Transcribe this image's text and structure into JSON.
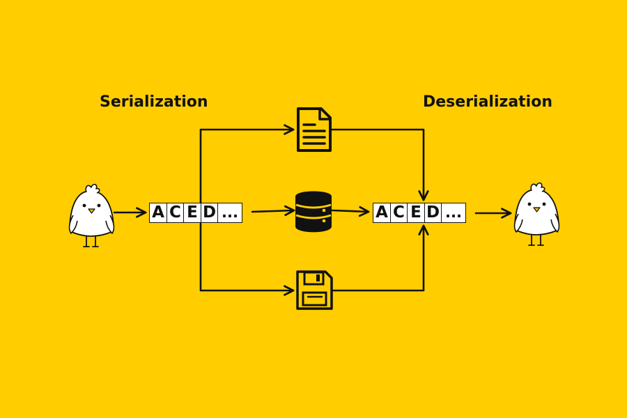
{
  "titles": {
    "left": "Serialization",
    "right": "Deserialization"
  },
  "byte_strip": {
    "cells": [
      "A",
      "C",
      "E",
      "D",
      "..."
    ]
  },
  "storage_icons": [
    "document-icon",
    "database-icon",
    "floppy-disk-icon"
  ],
  "object_icons": [
    "chick-icon",
    "chick-icon"
  ],
  "colors": {
    "background": "#FFCD00",
    "stroke": "#111111",
    "strip_fill": "#FFFFFF",
    "beak": "#F2B705"
  }
}
